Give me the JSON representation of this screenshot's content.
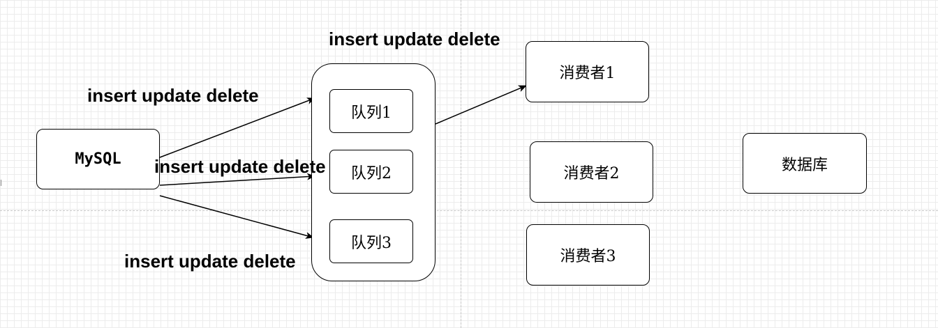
{
  "nodes": {
    "mysql": "MySQL",
    "queue1": "队列1",
    "queue2": "队列2",
    "queue3": "队列3",
    "consumer1": "消费者1",
    "consumer2": "消费者2",
    "consumer3": "消费者3",
    "database": "数据库"
  },
  "edge_labels": {
    "mysql_to_queue1": "insert update delete",
    "mysql_to_queue2": "insert update delete",
    "mysql_to_queue3": "insert update delete",
    "queues_to_consumer1": "insert update delete"
  },
  "colors": {
    "stroke": "#000000",
    "grid": "#ececec",
    "guide": "#c8c8c8"
  }
}
